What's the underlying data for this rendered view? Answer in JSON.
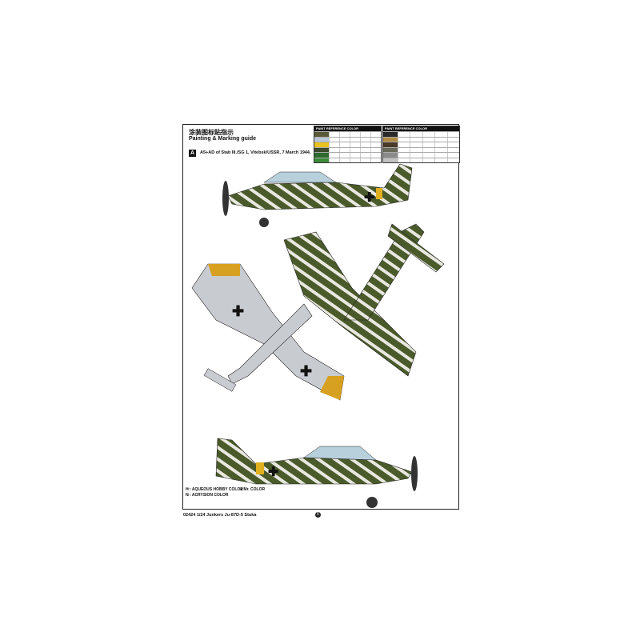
{
  "title_cn": "涂装图标贴指示",
  "title_en": "Painting & Marking guide",
  "scheme": {
    "letter": "A",
    "description": "A5+AD of Stab III./SG 1, Vitebsk/USSR, 7 March 1944."
  },
  "tables": [
    {
      "header": "PAINT REFERENCE COLOR",
      "swatches": [
        "#5a5a3a",
        "#b8c8d8",
        "#e8c020",
        "#3a4a2a",
        "#2e6a2e",
        "#3a8a3a"
      ]
    },
    {
      "header": "PAINT REFERENCE COLOR",
      "swatches": [
        "#2a2a2a",
        "#b08a40",
        "#4a3a2a",
        "#6a6a5a",
        "#8a8a8a",
        "#c0c0c0"
      ]
    }
  ],
  "legend": {
    "hobby": "H□ AQUEOUS HOBBY COLOR",
    "mr": "■ Mr. COLOR",
    "acrysion": "N□ ACRYSION COLOR"
  },
  "footer": "02424 1/24 Junkers Ju-87D-5 Stuka",
  "page_number": "6",
  "colors": {
    "camo_green": "#4a5a2a",
    "white_stripe": "#e8e8e0",
    "yellow": "#d8a020",
    "underside": "#c8ccd0"
  }
}
